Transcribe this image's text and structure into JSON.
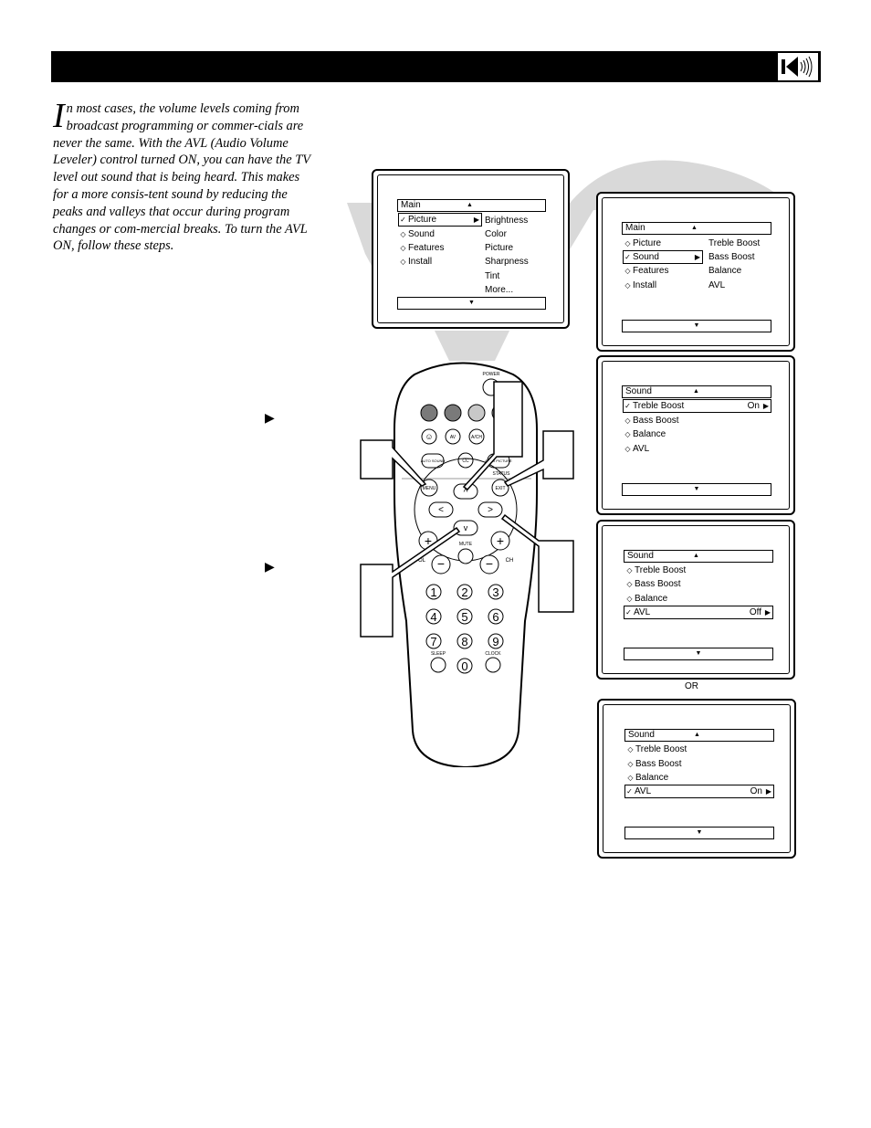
{
  "intro": {
    "dropcap": "I",
    "text": "n most cases, the volume levels coming from broadcast programming or commer-cials are never the same.  With the AVL (Audio Volume Leveler) control turned ON, you can have the TV level out sound that is being heard.  This makes for a more consis-tent sound by reducing the peaks and valleys that occur during program changes or com-mercial breaks.  To turn the AVL ON, follow these steps."
  },
  "screen1": {
    "title": "Main",
    "items": [
      {
        "mark": "✓",
        "label": "Picture",
        "arrow": "▶"
      },
      {
        "mark": "◇",
        "label": "Sound"
      },
      {
        "mark": "◇",
        "label": "Features"
      },
      {
        "mark": "◇",
        "label": "Install"
      }
    ],
    "sub": [
      "Brightness",
      "Color",
      "Picture",
      "Sharpness",
      "Tint",
      "More..."
    ]
  },
  "screen2": {
    "title": "Main",
    "items": [
      {
        "mark": "◇",
        "label": "Picture"
      },
      {
        "mark": "✓",
        "label": "Sound",
        "arrow": "▶"
      },
      {
        "mark": "◇",
        "label": "Features"
      },
      {
        "mark": "◇",
        "label": "Install"
      }
    ],
    "sub": [
      "Treble Boost",
      "Bass Boost",
      "Balance",
      "AVL"
    ]
  },
  "screen3": {
    "title": "Sound",
    "items": [
      {
        "mark": "✓",
        "label": "Treble Boost",
        "value": "On",
        "arrow": "▶"
      },
      {
        "mark": "◇",
        "label": "Bass Boost"
      },
      {
        "mark": "◇",
        "label": "Balance"
      },
      {
        "mark": "◇",
        "label": "AVL"
      }
    ]
  },
  "screen4": {
    "title": "Sound",
    "items": [
      {
        "mark": "◇",
        "label": "Treble Boost"
      },
      {
        "mark": "◇",
        "label": "Bass Boost"
      },
      {
        "mark": "◇",
        "label": "Balance"
      },
      {
        "mark": "✓",
        "label": "AVL",
        "value": "Off",
        "arrow": "▶"
      }
    ]
  },
  "or_label": "OR",
  "screen5": {
    "title": "Sound",
    "items": [
      {
        "mark": "◇",
        "label": "Treble Boost"
      },
      {
        "mark": "◇",
        "label": "Bass Boost"
      },
      {
        "mark": "◇",
        "label": "Balance"
      },
      {
        "mark": "✓",
        "label": "AVL",
        "value": "On",
        "arrow": "▶"
      }
    ]
  },
  "menu_glyphs": {
    "up": "▲",
    "down": "▼"
  },
  "step_arrows": [
    "▶",
    "▶"
  ],
  "remote": {
    "labels": {
      "power": "POWER",
      "av": "AV",
      "ach": "A/CH",
      "auto_sound": "AUTO SOUND",
      "cc": "CC",
      "auto_picture": "AUTO PICTURE",
      "status": "STATUS",
      "menu": "MENU",
      "exit": "EXIT",
      "mute": "MUTE",
      "vol": "VOL",
      "ch": "CH",
      "sleep": "SLEEP",
      "clock": "CLOCK"
    },
    "digits": [
      "1",
      "2",
      "3",
      "4",
      "5",
      "6",
      "7",
      "8",
      "9",
      "0"
    ],
    "colors": {
      "body": "#ffffff",
      "outline": "#000000",
      "button_dark": "#7a7a7a",
      "button_mid": "#9b9b9b",
      "button_light": "#c8c8c8"
    }
  },
  "colors": {
    "header": "#000000",
    "beam": "#d9d9d9"
  }
}
